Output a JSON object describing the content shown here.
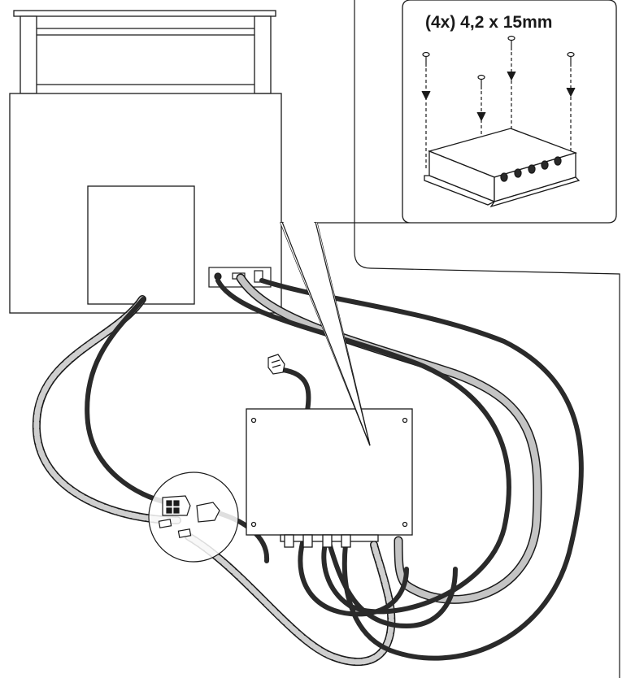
{
  "callout": {
    "screw_spec": "(4x) 4,2 x 15mm"
  },
  "colors": {
    "line": "#1a1a1a",
    "cable_dark": "#2a2a2a",
    "cable_light": "#c4c4c4",
    "background": "#ffffff"
  },
  "components": [
    "appliance-unit",
    "rear-connector-panel",
    "control-box",
    "connector-detail-circle",
    "callout-box",
    "screw-icon"
  ]
}
